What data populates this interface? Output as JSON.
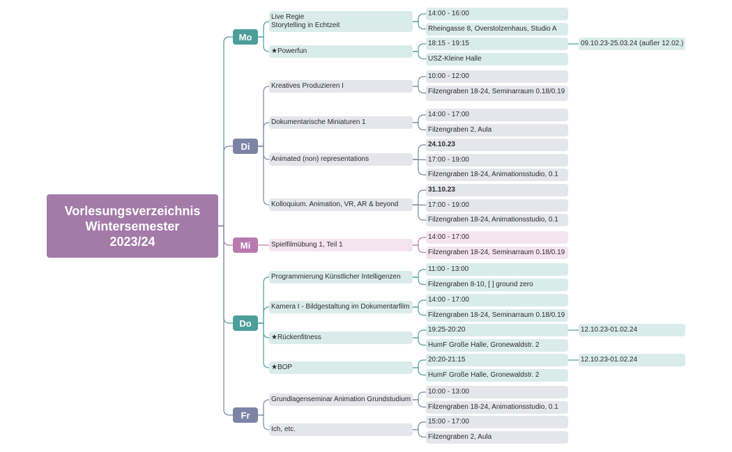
{
  "root": {
    "lines": [
      "Vorlesungsverzeichnis",
      "Wintersemester",
      "2023/24"
    ],
    "color": "#a37aa8"
  },
  "colors": {
    "teal": "#4b9e99",
    "slate": "#7c84a5",
    "pink": "#b87aae",
    "teal_light": "#daecea",
    "gray_light": "#e5e6ec",
    "pink_light": "#f3e4ef",
    "line": "#7f8aa3"
  },
  "days": [
    {
      "label": "Mo",
      "color": "#4b9e99",
      "courses": [
        {
          "lines": [
            "Live Regie",
            "Storytelling in Echtzeit"
          ],
          "tint": "teal",
          "details": [
            {
              "text": "14:00 - 16:00",
              "tint": "teal"
            },
            {
              "text": "Rheingasse 8, Overstolzenhaus, Studio A",
              "tint": "teal"
            }
          ]
        },
        {
          "lines": [
            "★Powerfun"
          ],
          "tint": "teal",
          "details": [
            {
              "text": "18:15 - 19:15",
              "tint": "teal",
              "extra": "09.10.23-25.03.24 (außer 12.02.)"
            },
            {
              "text": "USZ-Kleine Halle",
              "tint": "teal"
            }
          ]
        }
      ]
    },
    {
      "label": "Di",
      "color": "#7c84a5",
      "courses": [
        {
          "lines": [
            "Kreatives Produzieren I"
          ],
          "tint": "gray",
          "details": [
            {
              "text": "10:00 - 12:00",
              "tint": "gray"
            },
            {
              "text": "Filzengraben 18-24, Seminarraum 0.18/0.19",
              "tint": "gray"
            }
          ]
        },
        {
          "lines": [
            "Dokumentarische Miniaturen 1"
          ],
          "tint": "gray",
          "details": [
            {
              "text": "14:00 - 17:00",
              "tint": "gray"
            },
            {
              "text": "Filzengraben 2, Aula",
              "tint": "gray"
            }
          ]
        },
        {
          "lines": [
            "Animated (non) representations"
          ],
          "tint": "gray",
          "details": [
            {
              "text": "24.10.23",
              "tint": "gray",
              "bold": true
            },
            {
              "text": "17:00 - 19:00",
              "tint": "gray"
            },
            {
              "text": "Filzengraben 18-24, Animationsstudio, 0.1",
              "tint": "gray"
            }
          ]
        },
        {
          "lines": [
            "Kolloquium. Animation, VR, AR & beyond"
          ],
          "tint": "gray",
          "details": [
            {
              "text": "31.10.23",
              "tint": "gray",
              "bold": true
            },
            {
              "text": "17:00 - 19:00",
              "tint": "gray"
            },
            {
              "text": "Filzengraben 18-24, Animationsstudio, 0.1",
              "tint": "gray"
            }
          ]
        }
      ]
    },
    {
      "label": "Mi",
      "color": "#b87aae",
      "courses": [
        {
          "lines": [
            "Spielfilmübung 1, Teil 1"
          ],
          "tint": "pink",
          "details": [
            {
              "text": "14:00 - 17:00",
              "tint": "pink"
            },
            {
              "text": "Filzengraben 18-24, Seminarraum 0.18/0.19",
              "tint": "pink"
            }
          ]
        }
      ]
    },
    {
      "label": "Do",
      "color": "#4b9e99",
      "courses": [
        {
          "lines": [
            "Programmierung Künstlicher Intelligenzen"
          ],
          "tint": "teal",
          "details": [
            {
              "text": "11:00 - 13:00",
              "tint": "teal"
            },
            {
              "text": "Filzengraben 8-10, [ ] ground zero",
              "tint": "teal"
            }
          ]
        },
        {
          "lines": [
            "Kamera I - Bildgestaltung im Dokumentarfilm"
          ],
          "tint": "teal",
          "details": [
            {
              "text": "14:00 - 17:00",
              "tint": "teal"
            },
            {
              "text": "Filzengraben 18-24, Seminarraum 0.18/0.19",
              "tint": "teal"
            }
          ]
        },
        {
          "lines": [
            "★Rückenfitness"
          ],
          "tint": "teal",
          "details": [
            {
              "text": "19:25-20:20",
              "tint": "teal",
              "extra": "12.10.23-01.02.24"
            },
            {
              "text": "HumF Große Halle, Gronewaldstr. 2",
              "tint": "teal"
            }
          ]
        },
        {
          "lines": [
            "★BOP"
          ],
          "tint": "teal",
          "details": [
            {
              "text": "20:20-21:15",
              "tint": "teal",
              "extra": "12.10.23-01.02.24"
            },
            {
              "text": "HumF Große Halle, Gronewaldstr. 2",
              "tint": "teal"
            }
          ]
        }
      ]
    },
    {
      "label": "Fr",
      "color": "#7c84a5",
      "courses": [
        {
          "lines": [
            "Grundlagenseminar Animation Grundstudium"
          ],
          "tint": "gray",
          "details": [
            {
              "text": "10:00 - 13:00",
              "tint": "gray"
            },
            {
              "text": "Filzengraben 18-24, Animationsstudio, 0.1",
              "tint": "gray"
            }
          ]
        },
        {
          "lines": [
            "Ich, etc."
          ],
          "tint": "gray",
          "details": [
            {
              "text": "15:00 - 17:00",
              "tint": "gray"
            },
            {
              "text": "Filzengraben 2, Aula",
              "tint": "gray"
            }
          ]
        }
      ]
    }
  ]
}
